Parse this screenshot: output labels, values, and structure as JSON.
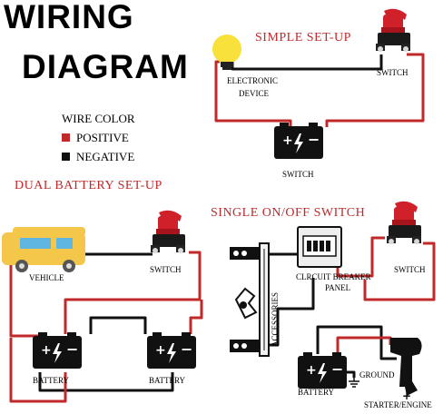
{
  "title": {
    "line1": "WIRING",
    "line2": "DIAGRAM"
  },
  "legend": {
    "heading": "WIRE COLOR",
    "items": [
      {
        "label": "POSITIVE",
        "color": "#c0282a"
      },
      {
        "label": "NEGATIVE",
        "color": "#111111"
      }
    ]
  },
  "simple": {
    "title": "SIMPLE SET-UP",
    "device_label_1": "ELECTRONIC",
    "device_label_2": "DEVICE",
    "switch_label": "SWITCH",
    "battery_label": "SWITCH"
  },
  "dual": {
    "title": "DUAL BATTERY  SET-UP",
    "vehicle_label": "VEHICLE",
    "switch_label": "SWITCH",
    "battery1_label": "BATTERY",
    "battery2_label": "BATTERY"
  },
  "single": {
    "title": "SINGLE ON/OFF  SWITCH",
    "breaker_label_1": "CLRCUIT BREAKER",
    "breaker_label_2": "PANEL",
    "switch_label": "SWITCH",
    "accessories_label": "ACCESSORIES",
    "battery_label": "BATTERY",
    "ground_label": "GROUND",
    "engine_label": "STARTER/ENGINE"
  }
}
